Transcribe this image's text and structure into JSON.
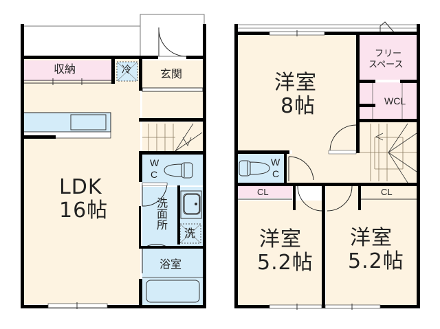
{
  "floor_plan": {
    "colors": {
      "wall": "#000000",
      "floor": "#fdf3e1",
      "wet_area": "#d4ecf9",
      "storage": "#fbe3ee",
      "outline": "#555555"
    },
    "floor_1": {
      "rooms": [
        {
          "id": "ldk",
          "name": "LDK",
          "size": "16帖"
        },
        {
          "id": "storage",
          "name": "収納"
        },
        {
          "id": "fridge",
          "name": "冷"
        },
        {
          "id": "entrance",
          "name": "玄関"
        },
        {
          "id": "wc",
          "name_line1": "W",
          "name_line2": "C"
        },
        {
          "id": "washroom",
          "name": "洗面所"
        },
        {
          "id": "washer",
          "name": "洗"
        },
        {
          "id": "bathroom",
          "name": "浴室"
        }
      ]
    },
    "floor_2": {
      "rooms": [
        {
          "id": "western_room_1",
          "name": "洋室",
          "size": "8帖"
        },
        {
          "id": "free_space",
          "name_line1": "フリー",
          "name_line2": "スペース"
        },
        {
          "id": "wcl",
          "name": "WCL"
        },
        {
          "id": "wc",
          "name_line1": "W",
          "name_line2": "C"
        },
        {
          "id": "closet_left",
          "name": "CL"
        },
        {
          "id": "closet_right",
          "name": "CL"
        },
        {
          "id": "western_room_2",
          "name": "洋室",
          "size": "5.2帖"
        },
        {
          "id": "western_room_3",
          "name": "洋室",
          "size": "5.2帖"
        }
      ]
    }
  }
}
